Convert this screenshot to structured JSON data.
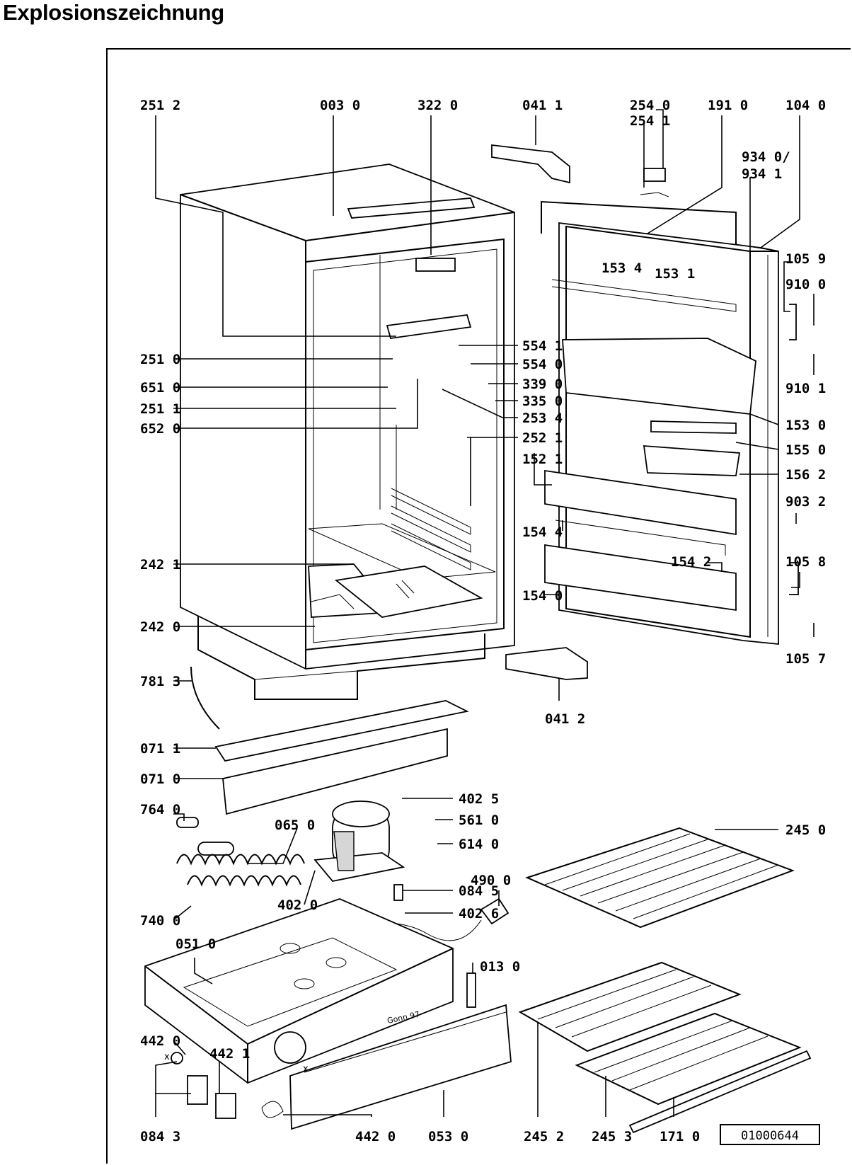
{
  "title": "Explosionszeichnung",
  "document_number": "01000644",
  "signature": "Gonn.97",
  "part_labels": {
    "p2512": "251 2",
    "p0030": "003 0",
    "p3220": "322 0",
    "p0411": "041 1",
    "p2540": "254 0",
    "p2541": "254 1",
    "p1910": "191 0",
    "p1040": "104 0",
    "p9340": "934 0/",
    "p9341": "934 1",
    "p1059": "105 9",
    "p1534": "153 4",
    "p1531": "153 1",
    "p9100": "910 0",
    "p9101": "910 1",
    "p5541": "554 1",
    "p5540": "554 0",
    "p3390": "339 0",
    "p3350": "335 0",
    "p2534": "253 4",
    "p2521": "252 1",
    "p2510": "251 0",
    "p6510": "651 0",
    "p2511": "251 1",
    "p6520": "652 0",
    "p1530": "153 0",
    "p1550": "155 0",
    "p1562": "156 2",
    "p1521": "152 1",
    "p9032": "903 2",
    "p1544": "154 4",
    "p1542": "154 2",
    "p1540": "154 0",
    "p1058": "105 8",
    "p1057": "105 7",
    "p2421": "242 1",
    "p2420": "242 0",
    "p7813": "781 3",
    "p0412": "041 2",
    "p0711": "071 1",
    "p0710": "071 0",
    "p4025": "402 5",
    "p5610": "561 0",
    "p6140": "614 0",
    "p7640": "764 0",
    "p0650": "065 0",
    "p2450": "245 0",
    "p0845": "084 5",
    "p4900": "490 0",
    "p4020": "402 0",
    "p4026": "402 6",
    "p7400": "740 0",
    "p0510": "051 0",
    "p0130": "013 0",
    "p4420a": "442 0",
    "p4421": "442 1",
    "p0843": "084 3",
    "p4420b": "442 0",
    "p0530": "053 0",
    "p2452": "245 2",
    "p2453": "245 3",
    "p1710": "171 0"
  },
  "markers": {
    "x": "x"
  }
}
